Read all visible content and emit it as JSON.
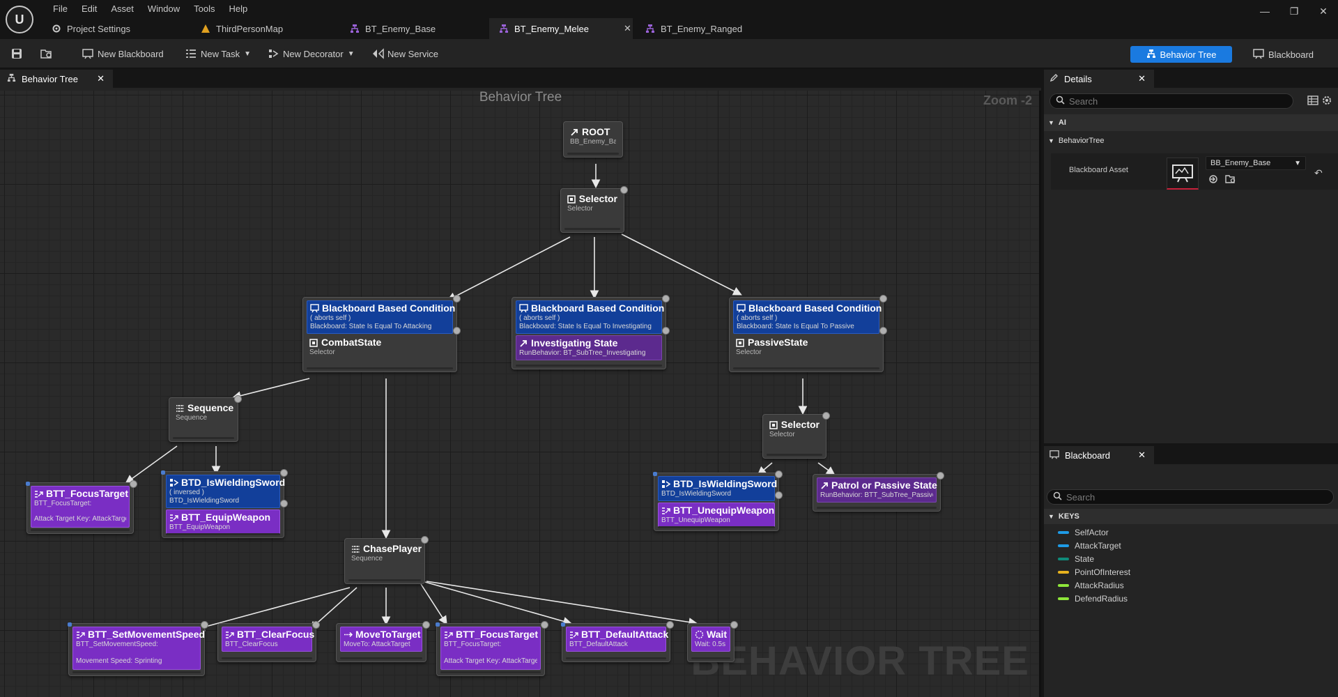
{
  "menu": [
    "File",
    "Edit",
    "Asset",
    "Window",
    "Tools",
    "Help"
  ],
  "doc_tabs": [
    {
      "label": "Project Settings"
    },
    {
      "label": "ThirdPersonMap"
    },
    {
      "label": "BT_Enemy_Base"
    },
    {
      "label": "BT_Enemy_Melee",
      "active": true
    },
    {
      "label": "BT_Enemy_Ranged"
    }
  ],
  "toolbar": {
    "new_blackboard": "New Blackboard",
    "new_task": "New Task",
    "new_decorator": "New Decorator",
    "new_service": "New Service",
    "mode_behavior_tree": "Behavior Tree",
    "mode_blackboard": "Blackboard"
  },
  "graph": {
    "tab_label": "Behavior Tree",
    "title": "Behavior Tree",
    "zoom": "Zoom -2",
    "watermark": "BEHAVIOR TREE"
  },
  "nodes": {
    "root": {
      "title": "ROOT",
      "sub": "BB_Enemy_Base"
    },
    "selector_top": {
      "title": "Selector",
      "sub": "Selector"
    },
    "combat": {
      "dec_title": "Blackboard Based Condition",
      "dec_l1": "( aborts self )",
      "dec_l2": "Blackboard: State Is Equal To Attacking",
      "title": "CombatState",
      "sub": "Selector"
    },
    "investigating": {
      "dec_title": "Blackboard Based Condition",
      "dec_l1": "( aborts self )",
      "dec_l2": "Blackboard: State Is Equal To Investigating",
      "title": "Investigating State",
      "sub": "RunBehavior: BT_SubTree_Investigating"
    },
    "passive": {
      "dec_title": "Blackboard Based Condition",
      "dec_l1": "( aborts self )",
      "dec_l2": "Blackboard: State Is Equal To Passive",
      "title": "PassiveState",
      "sub": "Selector"
    },
    "sequence": {
      "title": "Sequence",
      "sub": "Sequence"
    },
    "focus1": {
      "title": "BTT_FocusTarget",
      "sub": "BTT_FocusTarget:",
      "sub2": "Attack Target Key: AttackTarget"
    },
    "wield1": {
      "dec_title": "BTD_IsWieldingSword",
      "dec_l1": "( inversed )",
      "dec_l2": "BTD_IsWieldingSword",
      "title": "BTT_EquipWeapon",
      "sub": "BTT_EquipWeapon"
    },
    "chase": {
      "title": "ChasePlayer",
      "sub": "Sequence"
    },
    "selector_passive": {
      "title": "Selector",
      "sub": "Selector"
    },
    "wield2": {
      "dec_title": "BTD_IsWieldingSword",
      "dec_l2": "BTD_IsWieldingSword",
      "title": "BTT_UnequipWeapon",
      "sub": "BTT_UnequipWeapon"
    },
    "patrol": {
      "title": "Patrol or Passive State",
      "sub": "RunBehavior: BTT_SubTree_Passive"
    },
    "setspeed": {
      "title": "BTT_SetMovementSpeed",
      "sub": "BTT_SetMovementSpeed:",
      "sub2": "Movement Speed: Sprinting"
    },
    "clearfocus": {
      "title": "BTT_ClearFocus",
      "sub": "BTT_ClearFocus"
    },
    "moveto": {
      "title": "MoveToTarget",
      "sub": "MoveTo: AttackTarget"
    },
    "focus2": {
      "title": "BTT_FocusTarget",
      "sub": "BTT_FocusTarget:",
      "sub2": "Attack Target Key: AttackTarget"
    },
    "defaultattack": {
      "title": "BTT_DefaultAttack",
      "sub": "BTT_DefaultAttack"
    },
    "wait": {
      "title": "Wait",
      "sub": "Wait: 0.5s"
    }
  },
  "details": {
    "tab_label": "Details",
    "search_placeholder": "Search",
    "category_ai": "AI",
    "category_bt": "BehaviorTree",
    "property_label": "Blackboard Asset",
    "property_value": "BB_Enemy_Base"
  },
  "blackboard": {
    "tab_label": "Blackboard",
    "search_placeholder": "Search",
    "keys_label": "KEYS",
    "keys": [
      {
        "name": "SelfActor",
        "color": "#1e9be6"
      },
      {
        "name": "AttackTarget",
        "color": "#1e9be6"
      },
      {
        "name": "State",
        "color": "#0f8a7a"
      },
      {
        "name": "PointOfInterest",
        "color": "#e6b21e"
      },
      {
        "name": "AttackRadius",
        "color": "#8ee63a"
      },
      {
        "name": "DefendRadius",
        "color": "#8ee63a"
      }
    ]
  }
}
